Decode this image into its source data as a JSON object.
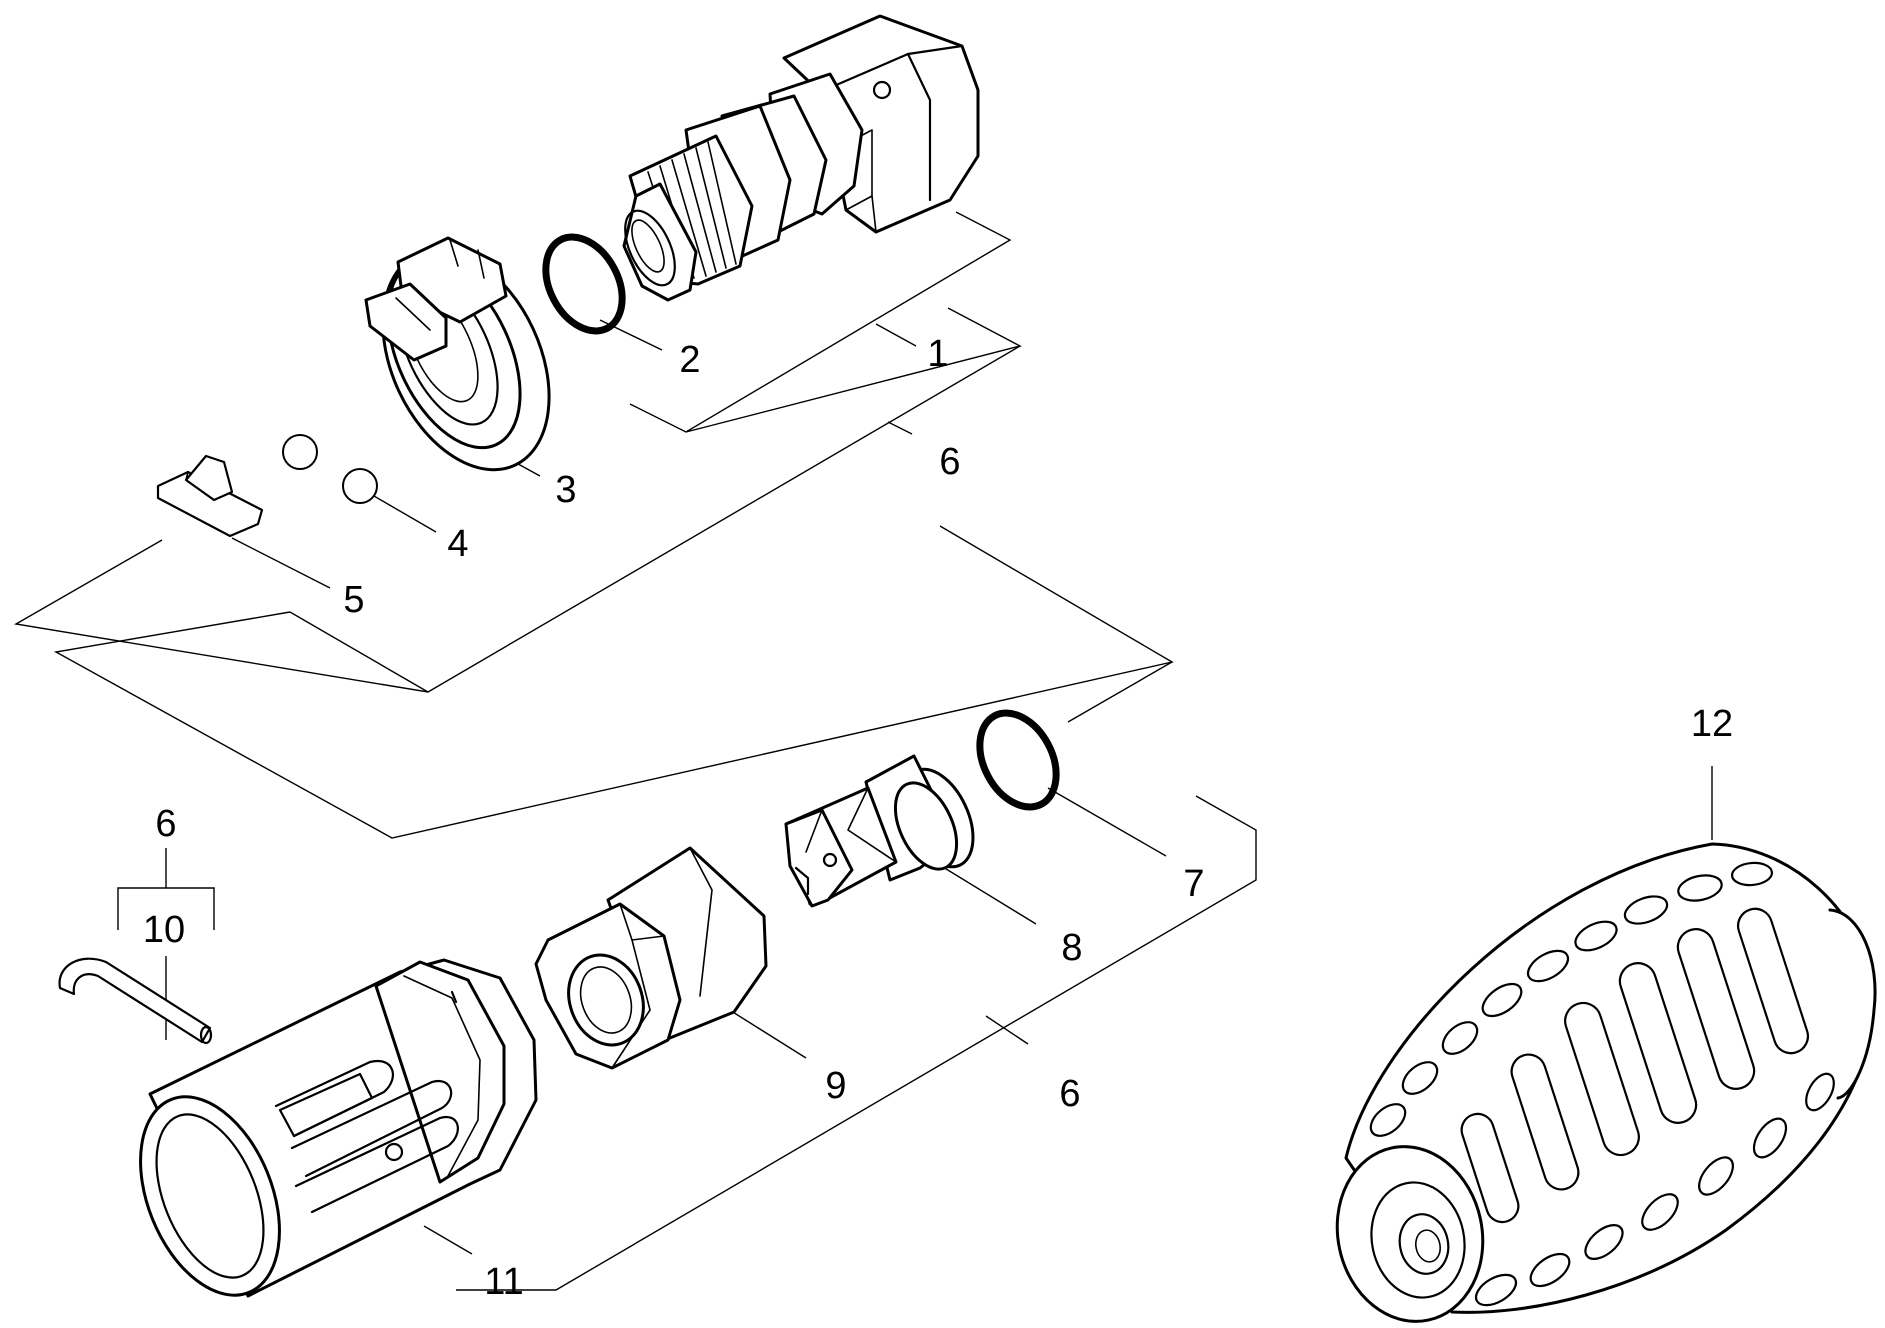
{
  "callouts": [
    {
      "id": "c1",
      "text": "1"
    },
    {
      "id": "c2",
      "text": "2"
    },
    {
      "id": "c3",
      "text": "3"
    },
    {
      "id": "c4",
      "text": "4"
    },
    {
      "id": "c5",
      "text": "5"
    },
    {
      "id": "c6a",
      "text": "6"
    },
    {
      "id": "c6b",
      "text": "6"
    },
    {
      "id": "c6c",
      "text": "6"
    },
    {
      "id": "c7",
      "text": "7"
    },
    {
      "id": "c8",
      "text": "8"
    },
    {
      "id": "c9",
      "text": "9"
    },
    {
      "id": "c10",
      "text": "10"
    },
    {
      "id": "c11",
      "text": "11"
    },
    {
      "id": "c12",
      "text": "12"
    }
  ]
}
